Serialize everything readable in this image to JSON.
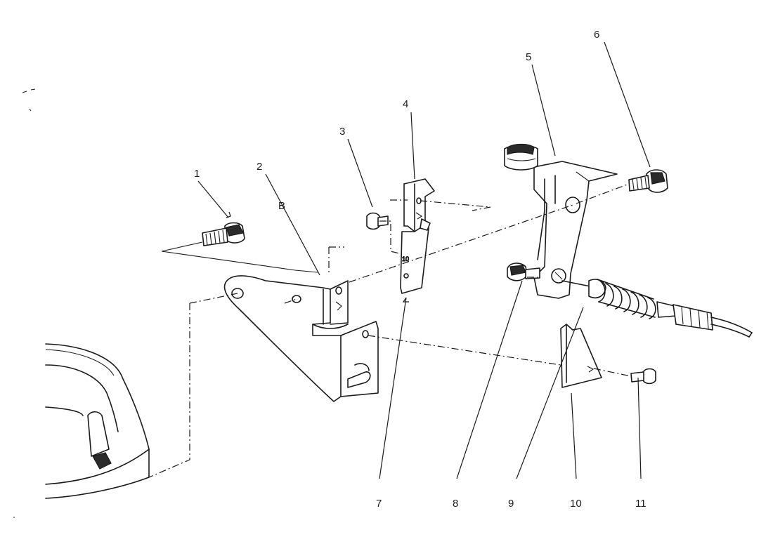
{
  "callouts": [
    {
      "id": "c1",
      "text": "1"
    },
    {
      "id": "c2",
      "text": "2"
    },
    {
      "id": "c3",
      "text": "3"
    },
    {
      "id": "c4",
      "text": "4"
    },
    {
      "id": "c5",
      "text": "5"
    },
    {
      "id": "c6",
      "text": "6"
    },
    {
      "id": "c7",
      "text": "7"
    },
    {
      "id": "c8",
      "text": "8"
    },
    {
      "id": "c9",
      "text": "9"
    },
    {
      "id": "c10",
      "text": "10"
    },
    {
      "id": "c11",
      "text": "11"
    }
  ],
  "inline_marks": {
    "b3": "B",
    "part4_mark": "10"
  }
}
